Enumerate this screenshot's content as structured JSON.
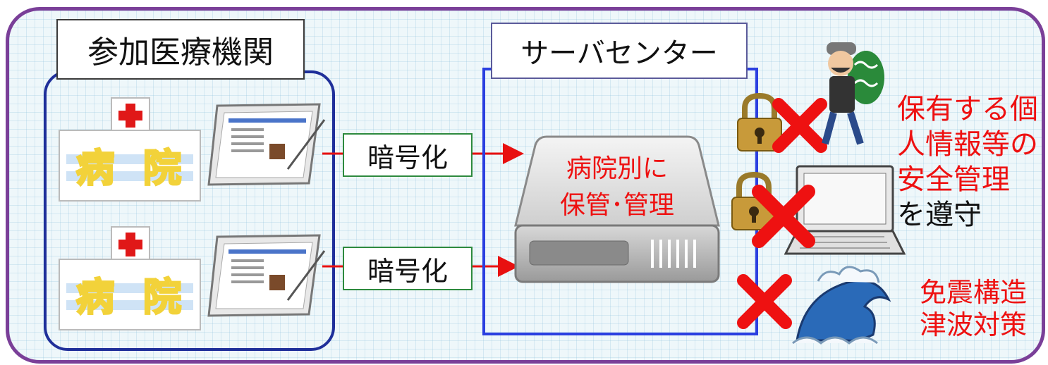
{
  "hospital_group": {
    "title": "参加医療機関"
  },
  "hospitals": [
    {
      "sign_left": "病",
      "sign_right": "院"
    },
    {
      "sign_left": "病",
      "sign_right": "院"
    }
  ],
  "encryption": [
    {
      "label": "暗号化"
    },
    {
      "label": "暗号化"
    }
  ],
  "server_center": {
    "title": "サーバセンター",
    "storage_line1": "病院別に",
    "storage_line2": "保管･管理"
  },
  "security_note": {
    "line1": "保有する個",
    "line2": "人情報等の",
    "line3": "安全管理",
    "line4": "を遵守"
  },
  "disaster_note": {
    "line1": "免震構造",
    "line2": "津波対策"
  },
  "colors": {
    "frame": "#7a3f98",
    "hospital_border": "#1f2f9a",
    "server_border": "#2b3fe0",
    "encryption_border": "#2d8a3e",
    "accent_red": "#ee1111"
  }
}
